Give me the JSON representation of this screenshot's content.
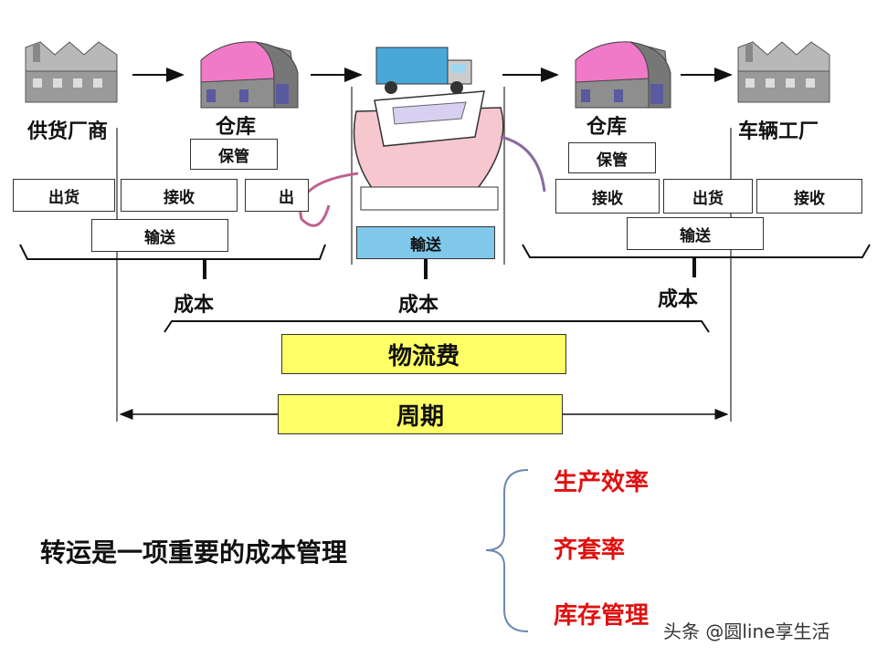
{
  "nodes": {
    "supplier": "供货厂商",
    "warehouse1": "仓库",
    "warehouse2": "仓库",
    "factory": "车辆工厂"
  },
  "boxes": {
    "storage1": "保管",
    "storage2": "保管",
    "ship1": "出货",
    "receive1": "接收",
    "ship_partial": "出",
    "transport1": "输送",
    "transport_mid": "輸送",
    "receive2": "接收",
    "ship2": "出货",
    "receive3": "接收",
    "transport2": "输送"
  },
  "costs": {
    "left": "成本",
    "mid": "成本",
    "right": "成本"
  },
  "summary": {
    "logistics_fee": "物流费",
    "cycle": "周期"
  },
  "bottom": {
    "statement": "转运是一项重要的成本管理",
    "items": [
      "生产效率",
      "齐套率",
      "库存管理"
    ]
  },
  "watermark": "头条 @圆line享生活",
  "colors": {
    "yellow": "#ffff66",
    "blue_box": "#7fc8ea",
    "red_text": "#e01010",
    "roof_pink": "#f07ac8",
    "truck_blue": "#4aa8d8"
  }
}
